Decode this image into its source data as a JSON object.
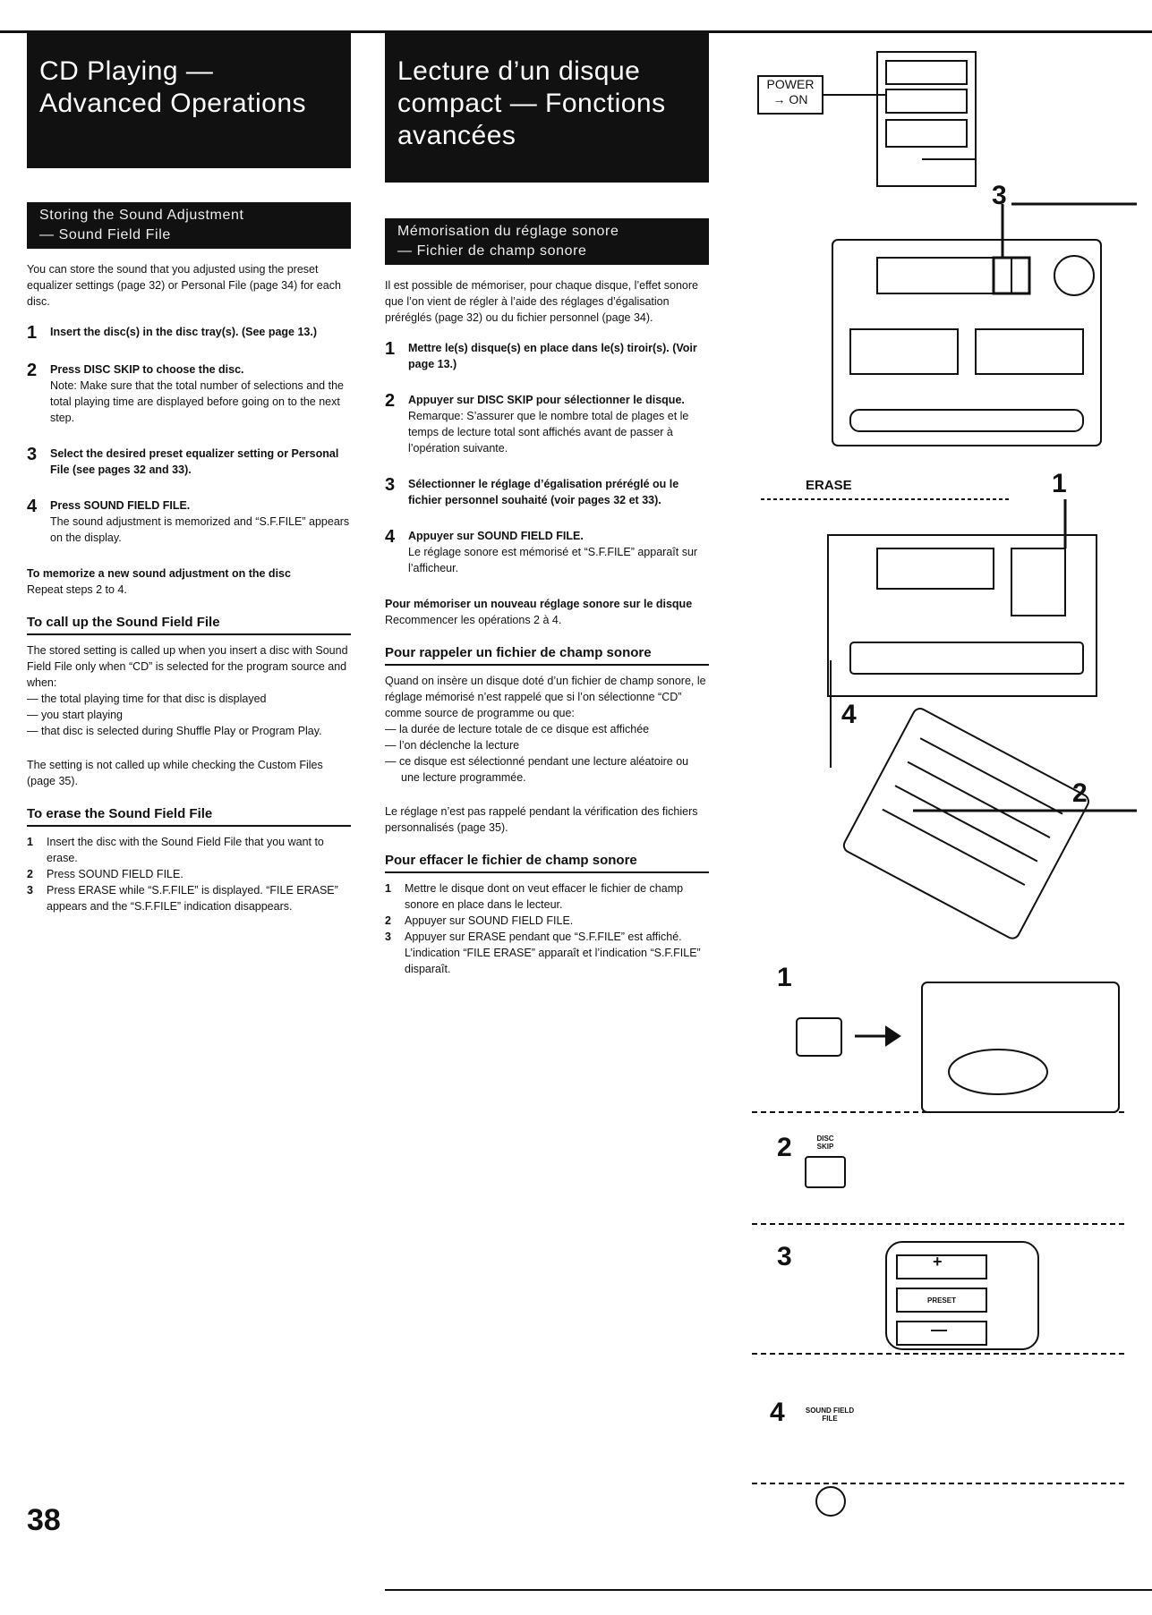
{
  "english": {
    "title_lines": [
      "CD Playing —",
      "Advanced Operations"
    ],
    "section_heading_lines": [
      "Storing the Sound Adjustment",
      "— Sound Field File"
    ],
    "intro": "You can store the sound that you adjusted using the preset equalizer settings (page 32) or Personal File (page 34) for each disc.",
    "steps": [
      {
        "num": "1",
        "instruction": "Insert the disc(s) in the disc tray(s). (See page 13.)",
        "detail": ""
      },
      {
        "num": "2",
        "instruction": "Press DISC SKIP to choose the disc.",
        "detail": "Note: Make sure that the total number of selections and the total playing time are displayed before going on to the next step."
      },
      {
        "num": "3",
        "instruction": "Select the desired preset equalizer setting or Personal File (see pages 32 and 33).",
        "detail": ""
      },
      {
        "num": "4",
        "instruction": "Press SOUND FIELD FILE.",
        "detail": "The sound adjustment is memorized and “S.F.FILE” appears on the display."
      }
    ],
    "memorize_heading": "To memorize a new sound adjustment on the disc",
    "memorize_body": "Repeat steps 2 to 4.",
    "callup_heading": "To call up the Sound Field File",
    "callup_body": "The stored setting is called up when you insert a disc with Sound Field File only when “CD” is selected for the program source and when:",
    "callup_items": [
      "— the total playing time for that disc is displayed",
      "— you start playing",
      "— that disc is selected during Shuffle Play or Program Play."
    ],
    "callup_note": "The setting is not called up while checking the Custom Files (page 35).",
    "erase_heading": "To erase the Sound Field File",
    "erase_steps": [
      {
        "num": "1",
        "text": "Insert the disc with the Sound Field File that you want to erase."
      },
      {
        "num": "2",
        "text": "Press SOUND FIELD FILE."
      },
      {
        "num": "3",
        "text": "Press ERASE while “S.F.FILE” is displayed. “FILE ERASE” appears and the “S.F.FILE” indication disappears."
      }
    ]
  },
  "french": {
    "title_lines": [
      "Lecture d’un disque",
      "compact — Fonctions",
      "avancées"
    ],
    "section_heading_lines": [
      "Mémorisation du réglage sonore",
      "— Fichier de champ sonore"
    ],
    "intro": "Il est possible de mémoriser, pour chaque disque, l’effet sonore que l’on vient de régler à l’aide des réglages d’égalisation préréglés (page 32) ou du fichier personnel (page 34).",
    "steps": [
      {
        "num": "1",
        "instruction": "Mettre le(s) disque(s) en place dans le(s) tiroir(s). (Voir page 13.)",
        "detail": ""
      },
      {
        "num": "2",
        "instruction": "Appuyer sur DISC SKIP pour sélectionner le disque.",
        "detail": "Remarque: S’assurer que le nombre total de plages et le temps de lecture total sont affichés avant de passer à l’opération suivante."
      },
      {
        "num": "3",
        "instruction": "Sélectionner le réglage d’égalisation préréglé ou le fichier personnel souhaité (voir pages 32 et 33).",
        "detail": ""
      },
      {
        "num": "4",
        "instruction": "Appuyer sur SOUND FIELD FILE.",
        "detail": "Le réglage sonore est mémorisé et “S.F.FILE” apparaît sur l’afficheur."
      }
    ],
    "memorize_heading": "Pour mémoriser un nouveau réglage sonore sur le disque",
    "memorize_body": "Recommencer les opérations 2 à 4.",
    "callup_heading": "Pour rappeler un fichier de champ sonore",
    "callup_body": "Quand on insère un disque doté d’un fichier de champ sonore, le réglage mémorisé n’est rappelé que si l’on sélectionne “CD” comme source de programme ou que:",
    "callup_items": [
      "— la durée de lecture totale de ce disque est affichée",
      "— l’on déclenche la lecture",
      "— ce disque est sélectionné pendant une lecture aléatoire ou une lecture programmée."
    ],
    "callup_note": "Le réglage n’est pas rappelé pendant la vérification des fichiers personnalisés (page 35).",
    "erase_heading": "Pour effacer le fichier de champ sonore",
    "erase_steps": [
      {
        "num": "1",
        "text": "Mettre le disque dont on veut effacer le fichier de champ sonore en place dans le lecteur."
      },
      {
        "num": "2",
        "text": "Appuyer sur SOUND FIELD FILE."
      },
      {
        "num": "3",
        "text": "Appuyer sur ERASE pendant que “S.F.FILE” est affiché. L’indication “FILE ERASE” apparaît et l’indication “S.F.FILE” disparaît."
      }
    ]
  },
  "illustration": {
    "power_label_1": "POWER",
    "power_label_2": "→ ON",
    "erase_label": "ERASE",
    "callout_1": "1",
    "callout_2": "2",
    "callout_3": "3",
    "callout_4": "4",
    "disc_skip_label_1": "DISC",
    "disc_skip_label_2": "SKIP",
    "preset_label": "PRESET",
    "plus_sign": "+",
    "minus_sign": "—",
    "sound_field_label_1": "SOUND FIELD",
    "sound_field_label_2": "FILE"
  },
  "page_number": "38"
}
